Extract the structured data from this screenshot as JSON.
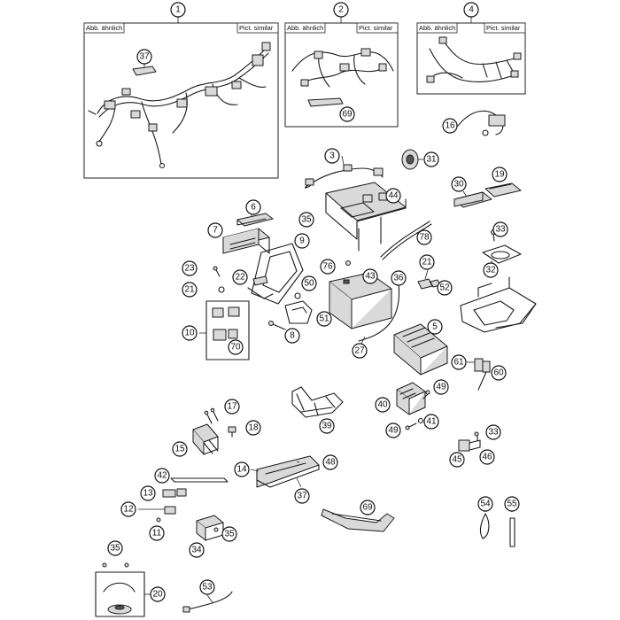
{
  "diagram": {
    "group_labels": {
      "left": "Abb. ähnlich",
      "right": "Pict. similar"
    },
    "callouts": [
      {
        "id": "c1",
        "label": "1"
      },
      {
        "id": "c2",
        "label": "2"
      },
      {
        "id": "c4",
        "label": "4"
      },
      {
        "id": "c37a",
        "label": "37"
      },
      {
        "id": "c69a",
        "label": "69"
      },
      {
        "id": "c16",
        "label": "16"
      },
      {
        "id": "c3",
        "label": "3"
      },
      {
        "id": "c31",
        "label": "31"
      },
      {
        "id": "c30",
        "label": "30"
      },
      {
        "id": "c19",
        "label": "19"
      },
      {
        "id": "c6",
        "label": "6"
      },
      {
        "id": "c44",
        "label": "44"
      },
      {
        "id": "c35a",
        "label": "35"
      },
      {
        "id": "c7",
        "label": "7"
      },
      {
        "id": "c9",
        "label": "9"
      },
      {
        "id": "c78",
        "label": "78"
      },
      {
        "id": "c33a",
        "label": "33"
      },
      {
        "id": "c23",
        "label": "23"
      },
      {
        "id": "c22",
        "label": "22"
      },
      {
        "id": "c76",
        "label": "76"
      },
      {
        "id": "c43",
        "label": "43"
      },
      {
        "id": "c21a",
        "label": "21"
      },
      {
        "id": "c32",
        "label": "32"
      },
      {
        "id": "c21b",
        "label": "21"
      },
      {
        "id": "c50",
        "label": "50"
      },
      {
        "id": "c36",
        "label": "36"
      },
      {
        "id": "c52",
        "label": "52"
      },
      {
        "id": "c10",
        "label": "10"
      },
      {
        "id": "c51",
        "label": "51"
      },
      {
        "id": "c70",
        "label": "70"
      },
      {
        "id": "c8",
        "label": "8"
      },
      {
        "id": "c5",
        "label": "5"
      },
      {
        "id": "c27",
        "label": "27"
      },
      {
        "id": "c61",
        "label": "61"
      },
      {
        "id": "c60",
        "label": "60"
      },
      {
        "id": "c49a",
        "label": "49"
      },
      {
        "id": "c40",
        "label": "40"
      },
      {
        "id": "c17",
        "label": "17"
      },
      {
        "id": "c41",
        "label": "41"
      },
      {
        "id": "c39",
        "label": "39"
      },
      {
        "id": "c49b",
        "label": "49"
      },
      {
        "id": "c18",
        "label": "18"
      },
      {
        "id": "c33b",
        "label": "33"
      },
      {
        "id": "c15",
        "label": "15"
      },
      {
        "id": "c45",
        "label": "45"
      },
      {
        "id": "c46",
        "label": "46"
      },
      {
        "id": "c48",
        "label": "48"
      },
      {
        "id": "c14",
        "label": "14"
      },
      {
        "id": "c42",
        "label": "42"
      },
      {
        "id": "c13",
        "label": "13"
      },
      {
        "id": "c37b",
        "label": "37"
      },
      {
        "id": "c69b",
        "label": "69"
      },
      {
        "id": "c54",
        "label": "54"
      },
      {
        "id": "c55",
        "label": "55"
      },
      {
        "id": "c12",
        "label": "12"
      },
      {
        "id": "c11",
        "label": "11"
      },
      {
        "id": "c35b",
        "label": "35"
      },
      {
        "id": "c34",
        "label": "34"
      },
      {
        "id": "c35c",
        "label": "35"
      },
      {
        "id": "c20",
        "label": "20"
      },
      {
        "id": "c53",
        "label": "53"
      }
    ]
  }
}
